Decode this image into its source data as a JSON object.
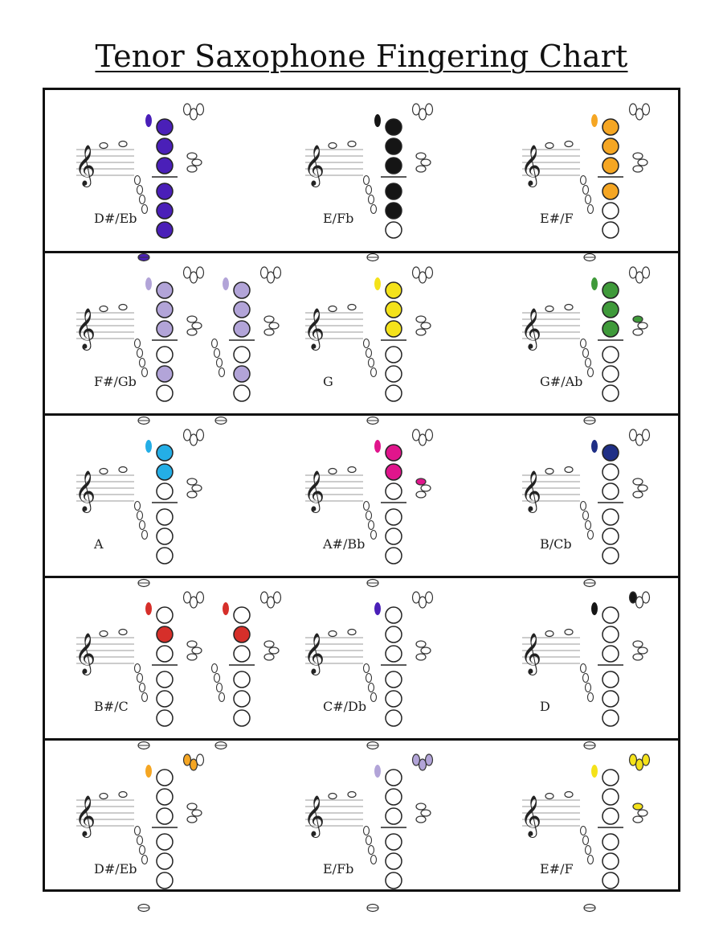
{
  "title": "Tenor Saxophone Fingering Chart",
  "icons": {
    "staff": "treble-clef-staff-icon",
    "key_pad": "tone-hole-circle",
    "octave_key": "octave-key-oval",
    "palm_keys": "palm-key-cluster",
    "side_keys": "side-key-stack"
  },
  "colors": {
    "frame": "#111111",
    "purple": "#4a1fb8",
    "black": "#151515",
    "orange": "#f5a623",
    "lavender": "#b2a4d8",
    "yellow": "#f4e21a",
    "green": "#3f9a3a",
    "cyan": "#24aee6",
    "magenta": "#e0158c",
    "navy": "#1f2f86",
    "red": "#d62f2a"
  },
  "rows": [
    {
      "cells": [
        {
          "label": "D#/Eb",
          "color": "#4a1fb8",
          "octave": true,
          "filled": [
            1,
            1,
            1,
            1,
            1,
            1
          ],
          "low": true,
          "palm": [
            0,
            0,
            0
          ],
          "side": false,
          "diagrams": 1
        },
        {
          "label": "E/Fb",
          "color": "#151515",
          "octave": true,
          "filled": [
            1,
            1,
            1,
            1,
            1,
            0
          ],
          "low": false,
          "palm": [
            0,
            0,
            0
          ],
          "side": false,
          "diagrams": 1
        },
        {
          "label": "E#/F",
          "color": "#f5a623",
          "octave": true,
          "filled": [
            1,
            1,
            1,
            1,
            0,
            0
          ],
          "low": false,
          "palm": [
            0,
            0,
            0
          ],
          "side": false,
          "diagrams": 1
        }
      ]
    },
    {
      "cells": [
        {
          "label": "F#/Gb",
          "color": "#b2a4d8",
          "octave": true,
          "filled": [
            1,
            1,
            1,
            0,
            1,
            0
          ],
          "low": false,
          "palm": [
            0,
            0,
            0
          ],
          "side": false,
          "diagrams": 2
        },
        {
          "label": "G",
          "color": "#f4e21a",
          "octave": true,
          "filled": [
            1,
            1,
            1,
            0,
            0,
            0
          ],
          "low": false,
          "palm": [
            0,
            0,
            0
          ],
          "side": false,
          "diagrams": 1
        },
        {
          "label": "G#/Ab",
          "color": "#3f9a3a",
          "octave": true,
          "filled": [
            1,
            1,
            1,
            0,
            0,
            0
          ],
          "low": false,
          "palm": [
            0,
            0,
            0
          ],
          "side": true,
          "diagrams": 1
        }
      ]
    },
    {
      "cells": [
        {
          "label": "A",
          "color": "#24aee6",
          "octave": true,
          "filled": [
            1,
            1,
            0,
            0,
            0,
            0
          ],
          "low": false,
          "palm": [
            0,
            0,
            0
          ],
          "side": false,
          "diagrams": 1
        },
        {
          "label": "A#/Bb",
          "color": "#e0158c",
          "octave": true,
          "filled": [
            1,
            1,
            0,
            0,
            0,
            0
          ],
          "low": false,
          "palm": [
            0,
            0,
            0
          ],
          "side": true,
          "diagrams": 1
        },
        {
          "label": "B/Cb",
          "color": "#1f2f86",
          "octave": true,
          "filled": [
            1,
            0,
            0,
            0,
            0,
            0
          ],
          "low": false,
          "palm": [
            0,
            0,
            0
          ],
          "side": false,
          "diagrams": 1
        }
      ]
    },
    {
      "cells": [
        {
          "label": "B#/C",
          "color": "#d62f2a",
          "octave": true,
          "filled": [
            0,
            1,
            0,
            0,
            0,
            0
          ],
          "low": false,
          "palm": [
            0,
            0,
            0
          ],
          "side": false,
          "diagrams": 2
        },
        {
          "label": "C#/Db",
          "color": "#4a1fb8",
          "octave": true,
          "filled": [
            0,
            0,
            0,
            0,
            0,
            0
          ],
          "low": false,
          "palm": [
            0,
            0,
            0
          ],
          "side": false,
          "diagrams": 1
        },
        {
          "label": "D",
          "color": "#151515",
          "octave": true,
          "filled": [
            0,
            0,
            0,
            0,
            0,
            0
          ],
          "low": false,
          "palm": [
            1,
            0,
            0
          ],
          "side": false,
          "diagrams": 1
        }
      ]
    },
    {
      "cells": [
        {
          "label": "D#/Eb",
          "color": "#f5a623",
          "octave": true,
          "filled": [
            0,
            0,
            0,
            0,
            0,
            0
          ],
          "low": false,
          "palm": [
            1,
            1,
            0
          ],
          "side": false,
          "diagrams": 1
        },
        {
          "label": "E/Fb",
          "color": "#b2a4d8",
          "octave": true,
          "filled": [
            0,
            0,
            0,
            0,
            0,
            0
          ],
          "low": false,
          "palm": [
            1,
            1,
            1
          ],
          "side": false,
          "diagrams": 1
        },
        {
          "label": "E#/F",
          "color": "#f4e21a",
          "octave": true,
          "filled": [
            0,
            0,
            0,
            0,
            0,
            0
          ],
          "low": false,
          "palm": [
            1,
            1,
            1
          ],
          "side": true,
          "diagrams": 1
        }
      ]
    }
  ]
}
